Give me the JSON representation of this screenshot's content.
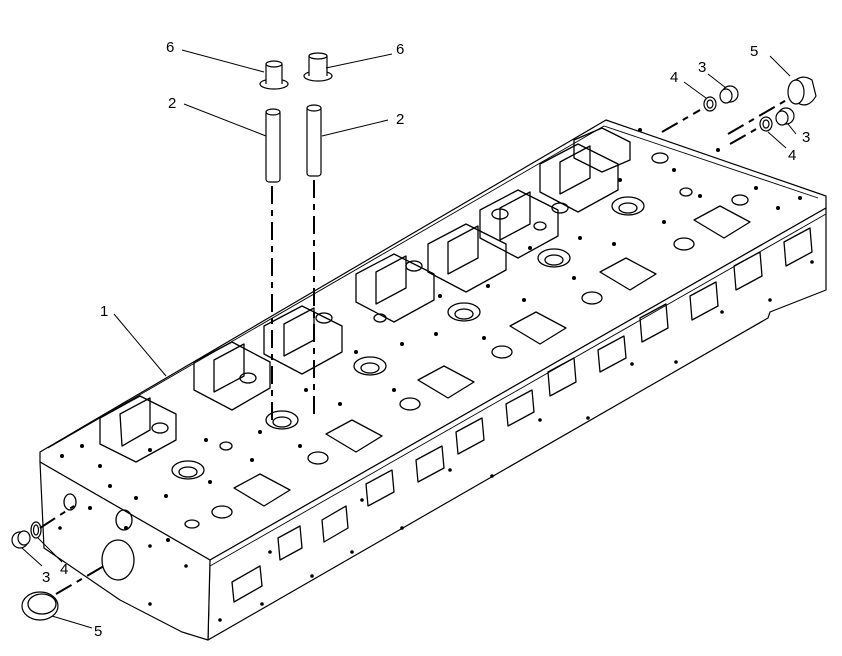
{
  "callouts": {
    "c1": "1",
    "c2a": "2",
    "c2b": "2",
    "c3a": "3",
    "c3b": "3",
    "c3c": "3",
    "c4a": "4",
    "c4b": "4",
    "c4c": "4",
    "c5a": "5",
    "c5b": "5",
    "c6a": "6",
    "c6b": "6"
  }
}
